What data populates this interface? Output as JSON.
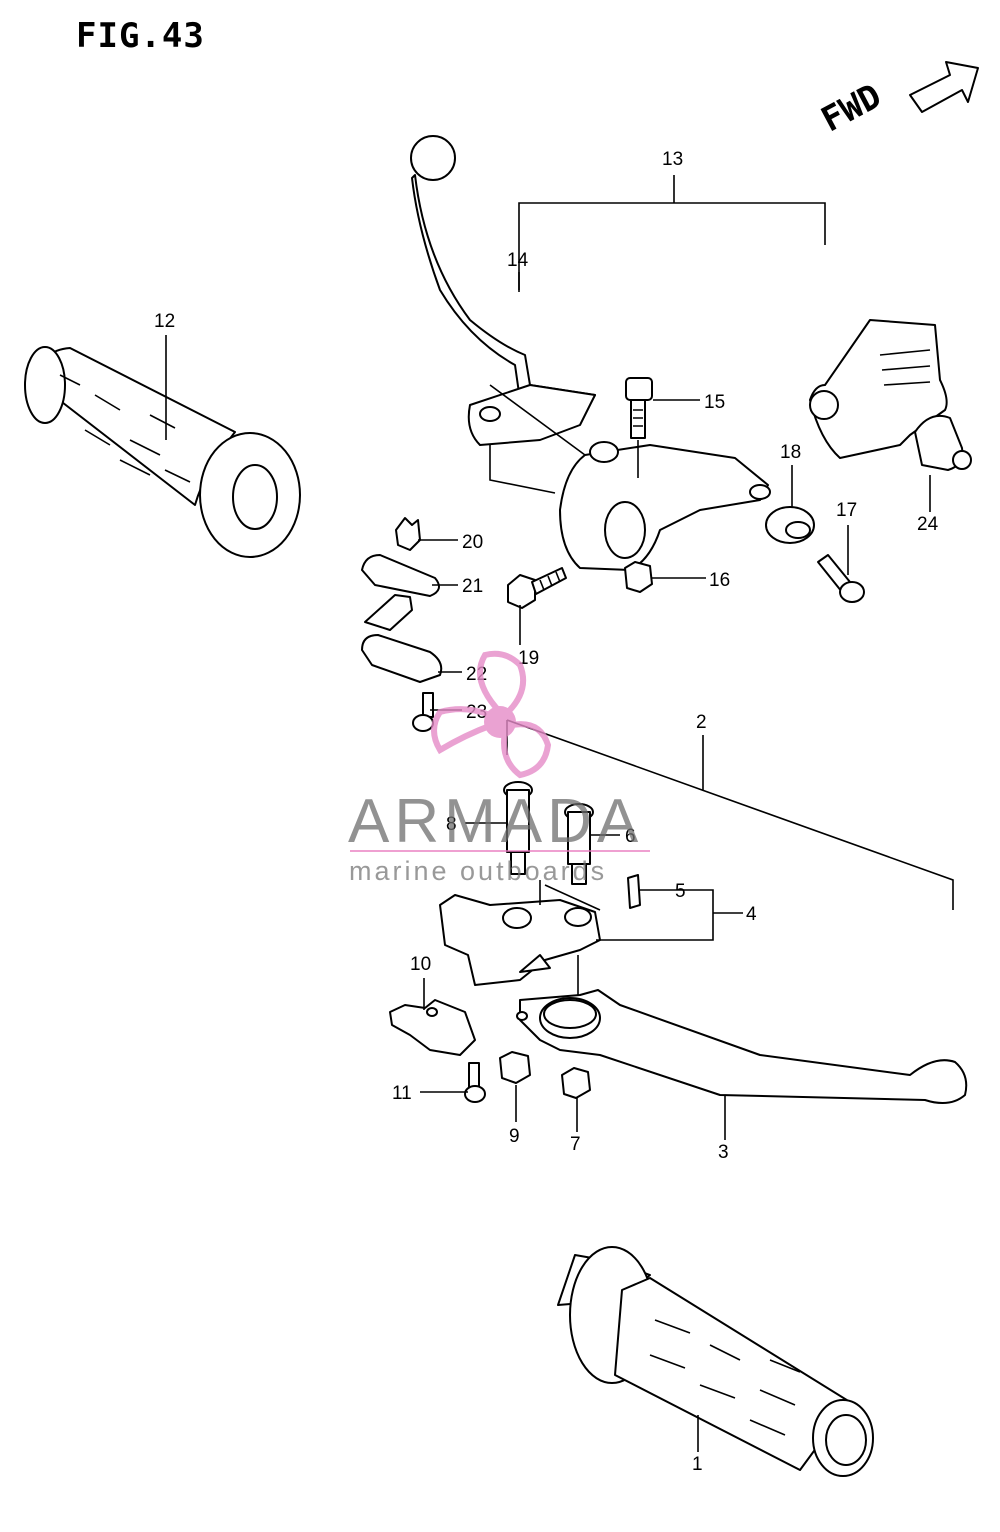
{
  "figure": {
    "title": "FIG.43",
    "direction_label": "FWD"
  },
  "watermark": {
    "brand": "ARMADA",
    "tagline": "marine outboards",
    "accent_color": "#e58cc8",
    "text_color": "#6e6e6e"
  },
  "callouts": [
    "1",
    "2",
    "3",
    "4",
    "5",
    "6",
    "7",
    "8",
    "9",
    "10",
    "11",
    "12",
    "13",
    "14",
    "15",
    "16",
    "17",
    "18",
    "19",
    "20",
    "21",
    "22",
    "23",
    "24"
  ],
  "colors": {
    "line": "#000000",
    "background": "#ffffff"
  }
}
